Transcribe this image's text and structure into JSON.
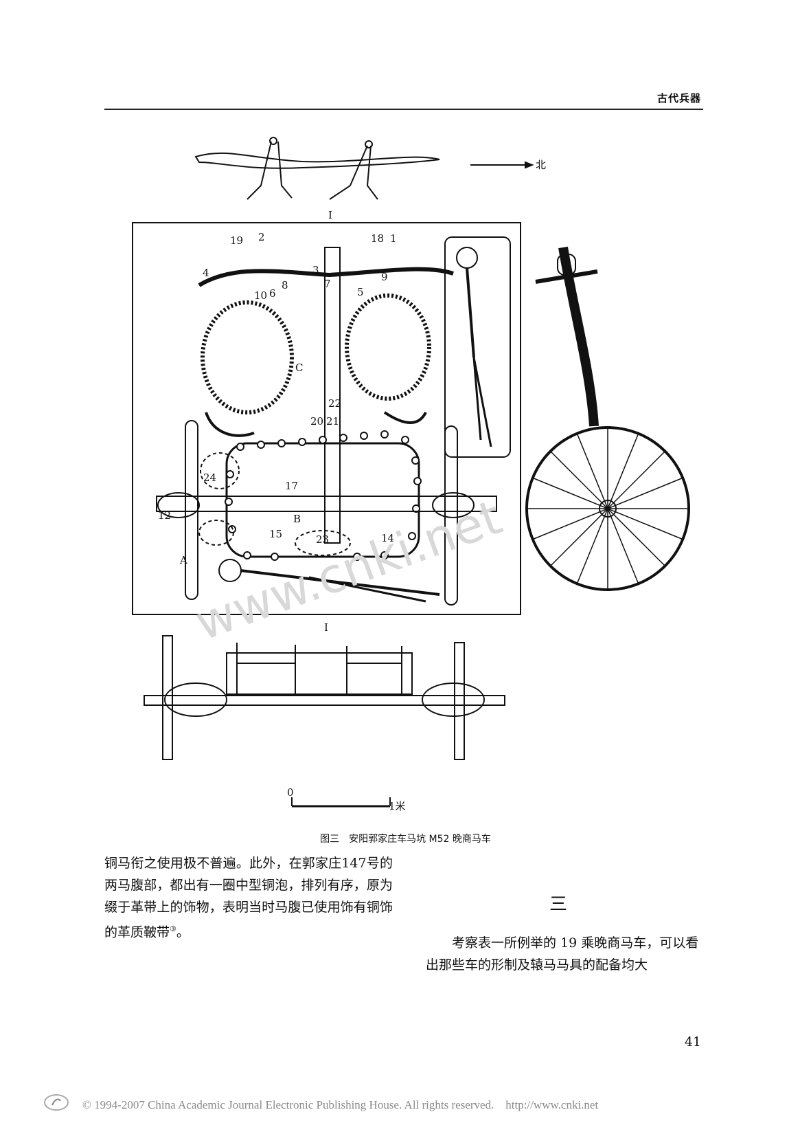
{
  "header": {
    "section_title": "古代兵器"
  },
  "figure": {
    "north_label": "北",
    "section_marker": "I",
    "scale_zero": "0",
    "scale_unit": "1米",
    "labels": [
      "19",
      "2",
      "18",
      "1",
      "4",
      "3",
      "7",
      "5",
      "10",
      "6",
      "8",
      "9",
      "22",
      "20",
      "21",
      "24",
      "17",
      "12",
      "B",
      "15",
      "23",
      "14",
      "A",
      "C"
    ],
    "watermark": "www.cnki.net",
    "caption": "图三　安阳郭家庄车马坑 M52 晚商马车"
  },
  "body": {
    "left_paragraph_text": "铜马衔之使用极不普遍。此外，在郭家庄147号的两马腹部，都出有一圈中型铜泡，排列有序，原为缀于革带上的饰物，表明当时马腹已使用饰有铜饰的革质鞁带",
    "left_footnote_mark": "③",
    "left_paragraph_end": "。",
    "section_number": "三",
    "right_paragraph": "考察表一所例举的 19 乘晚商马车，可以看出那些车的形制及辕马马具的配备均大"
  },
  "page_number": "41",
  "footer": {
    "copyright": "© 1994-2007 China Academic Journal Electronic Publishing House. All rights reserved.    http://www.cnki.net"
  }
}
